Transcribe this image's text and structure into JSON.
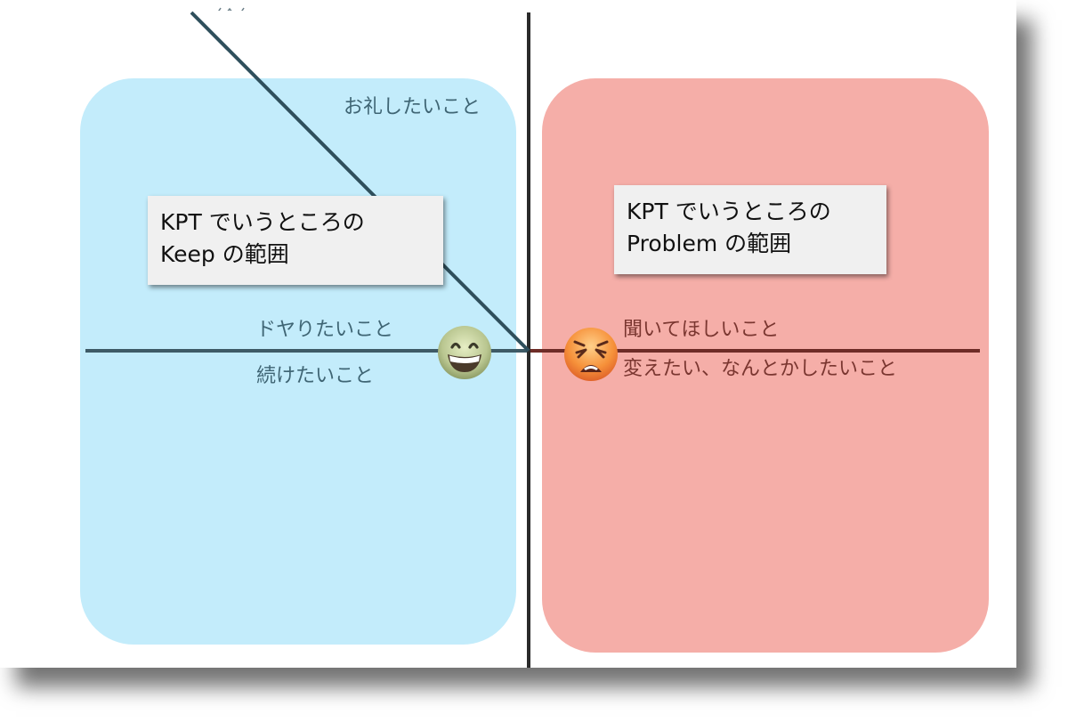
{
  "diagram": {
    "keep_panel": {
      "top_label": "お礼したいこと",
      "upper_label": "ドヤりたいこと",
      "lower_label": "続けたいこと",
      "card": {
        "line1": "KPT でいうところの",
        "line2": "Keep の範囲"
      },
      "icon": "grinning-face-icon"
    },
    "problem_panel": {
      "upper_label": "聞いてほしいこと",
      "lower_label": "変えたい、なんとかしたいこと",
      "card": {
        "line1": "KPT でいうところの",
        "line2": "Problem の範囲"
      },
      "icon": "weary-face-icon"
    },
    "colors": {
      "keep_panel": "#c3ecfb",
      "problem_panel": "#f5aea8",
      "keep_text": "#3f6574",
      "problem_text": "#7a3630",
      "axis": "#2b2b2b"
    }
  }
}
